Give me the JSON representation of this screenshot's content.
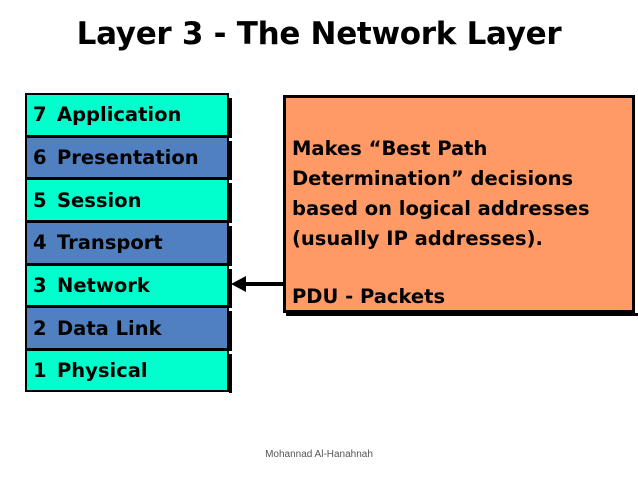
{
  "title": "Layer 3 - The Network Layer",
  "layers": [
    {
      "num": "7",
      "label": "Application",
      "color": "#00ffcc"
    },
    {
      "num": "6",
      "label": "Presentation",
      "color": "#5080c0"
    },
    {
      "num": "5",
      "label": "Session",
      "color": "#00ffcc"
    },
    {
      "num": "4",
      "label": "Transport",
      "color": "#5080c0"
    },
    {
      "num": "3",
      "label": "Network",
      "color": "#00ffcc"
    },
    {
      "num": "2",
      "label": "Data Link",
      "color": "#5080c0"
    },
    {
      "num": "1",
      "label": "Physical",
      "color": "#00ffcc"
    }
  ],
  "description": {
    "text": "Makes “Best Path Determination” decisions based on logical addresses (usually IP addresses).",
    "pdu": "PDU - Packets",
    "color": "#ff9966"
  },
  "footer": "Mohannad Al-Hanahnah"
}
